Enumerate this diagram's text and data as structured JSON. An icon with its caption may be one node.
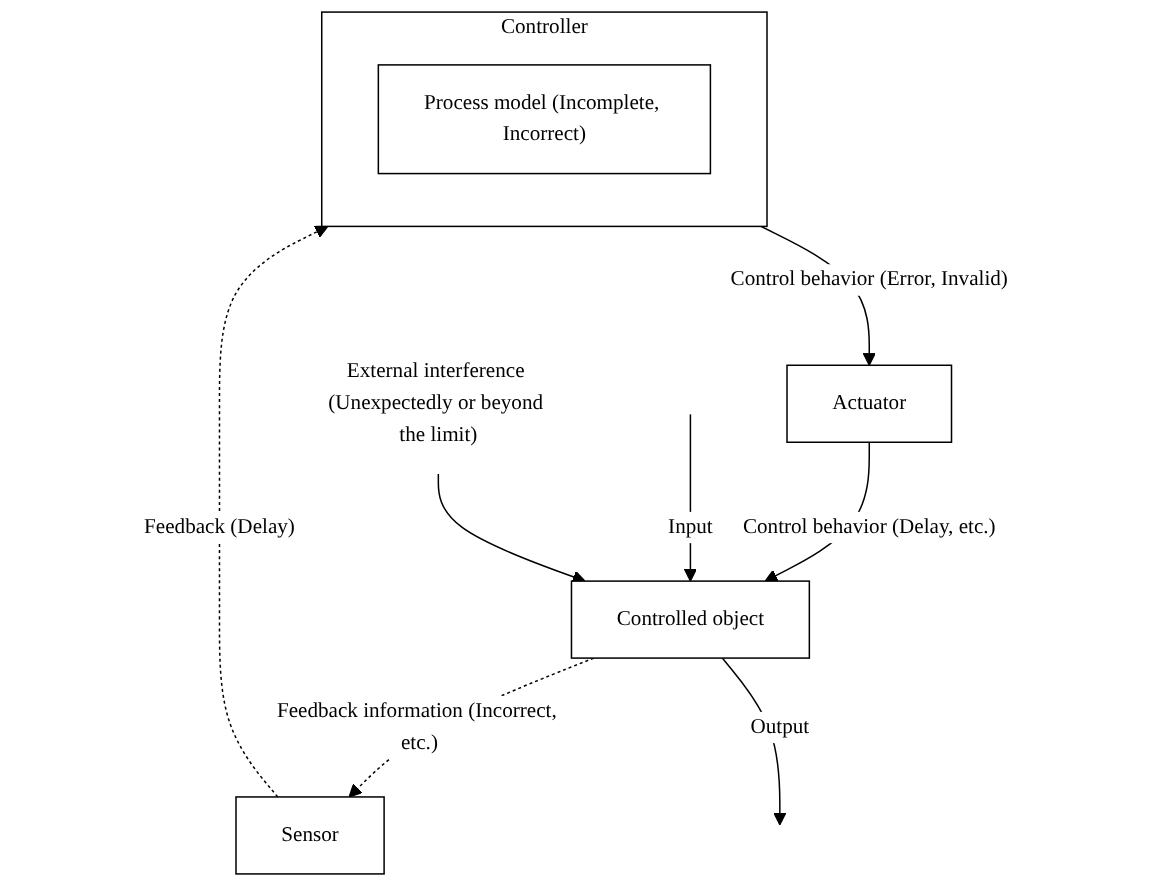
{
  "diagram": {
    "nodes": [
      {
        "text": [
          "Controller"
        ]
      },
      {
        "text": [
          "Process model (Incomplete, Incorrect)"
        ],
        "in": 0
      },
      {
        "text": [
          "Actuator"
        ]
      },
      {
        "text": [
          "Sensor"
        ]
      },
      {
        "text": [
          "Controlled object"
        ]
      },
      {
        "text": [
          "External interference (Unexpectedly or beyond the limit)"
        ]
      }
    ],
    "edges": [
      {
        "from": 0,
        "to": 2,
        "arrow": "to",
        "label": "Control behavior (Error, Invalid)"
      },
      {
        "from": 2,
        "to": 4,
        "arrow": "to",
        "label": "Control behavior (Delay, etc.)"
      },
      {
        "from": 4,
        "to": 3,
        "arrow": "to",
        "label": "Feedback information (Incorrect, etc.)",
        "style": "dashed"
      },
      {
        "from": 3,
        "to": 0,
        "arrow": "to",
        "label": "Feedback (Delay)",
        "style": "dashed"
      },
      {
        "from": 4,
        "to": null,
        "arrow": "to",
        "label": "Output"
      },
      {
        "from": null,
        "to": 4,
        "arrow": "to",
        "label": "Input"
      },
      {
        "from": 5,
        "to": 4,
        "arrow": "to"
      }
    ]
  }
}
